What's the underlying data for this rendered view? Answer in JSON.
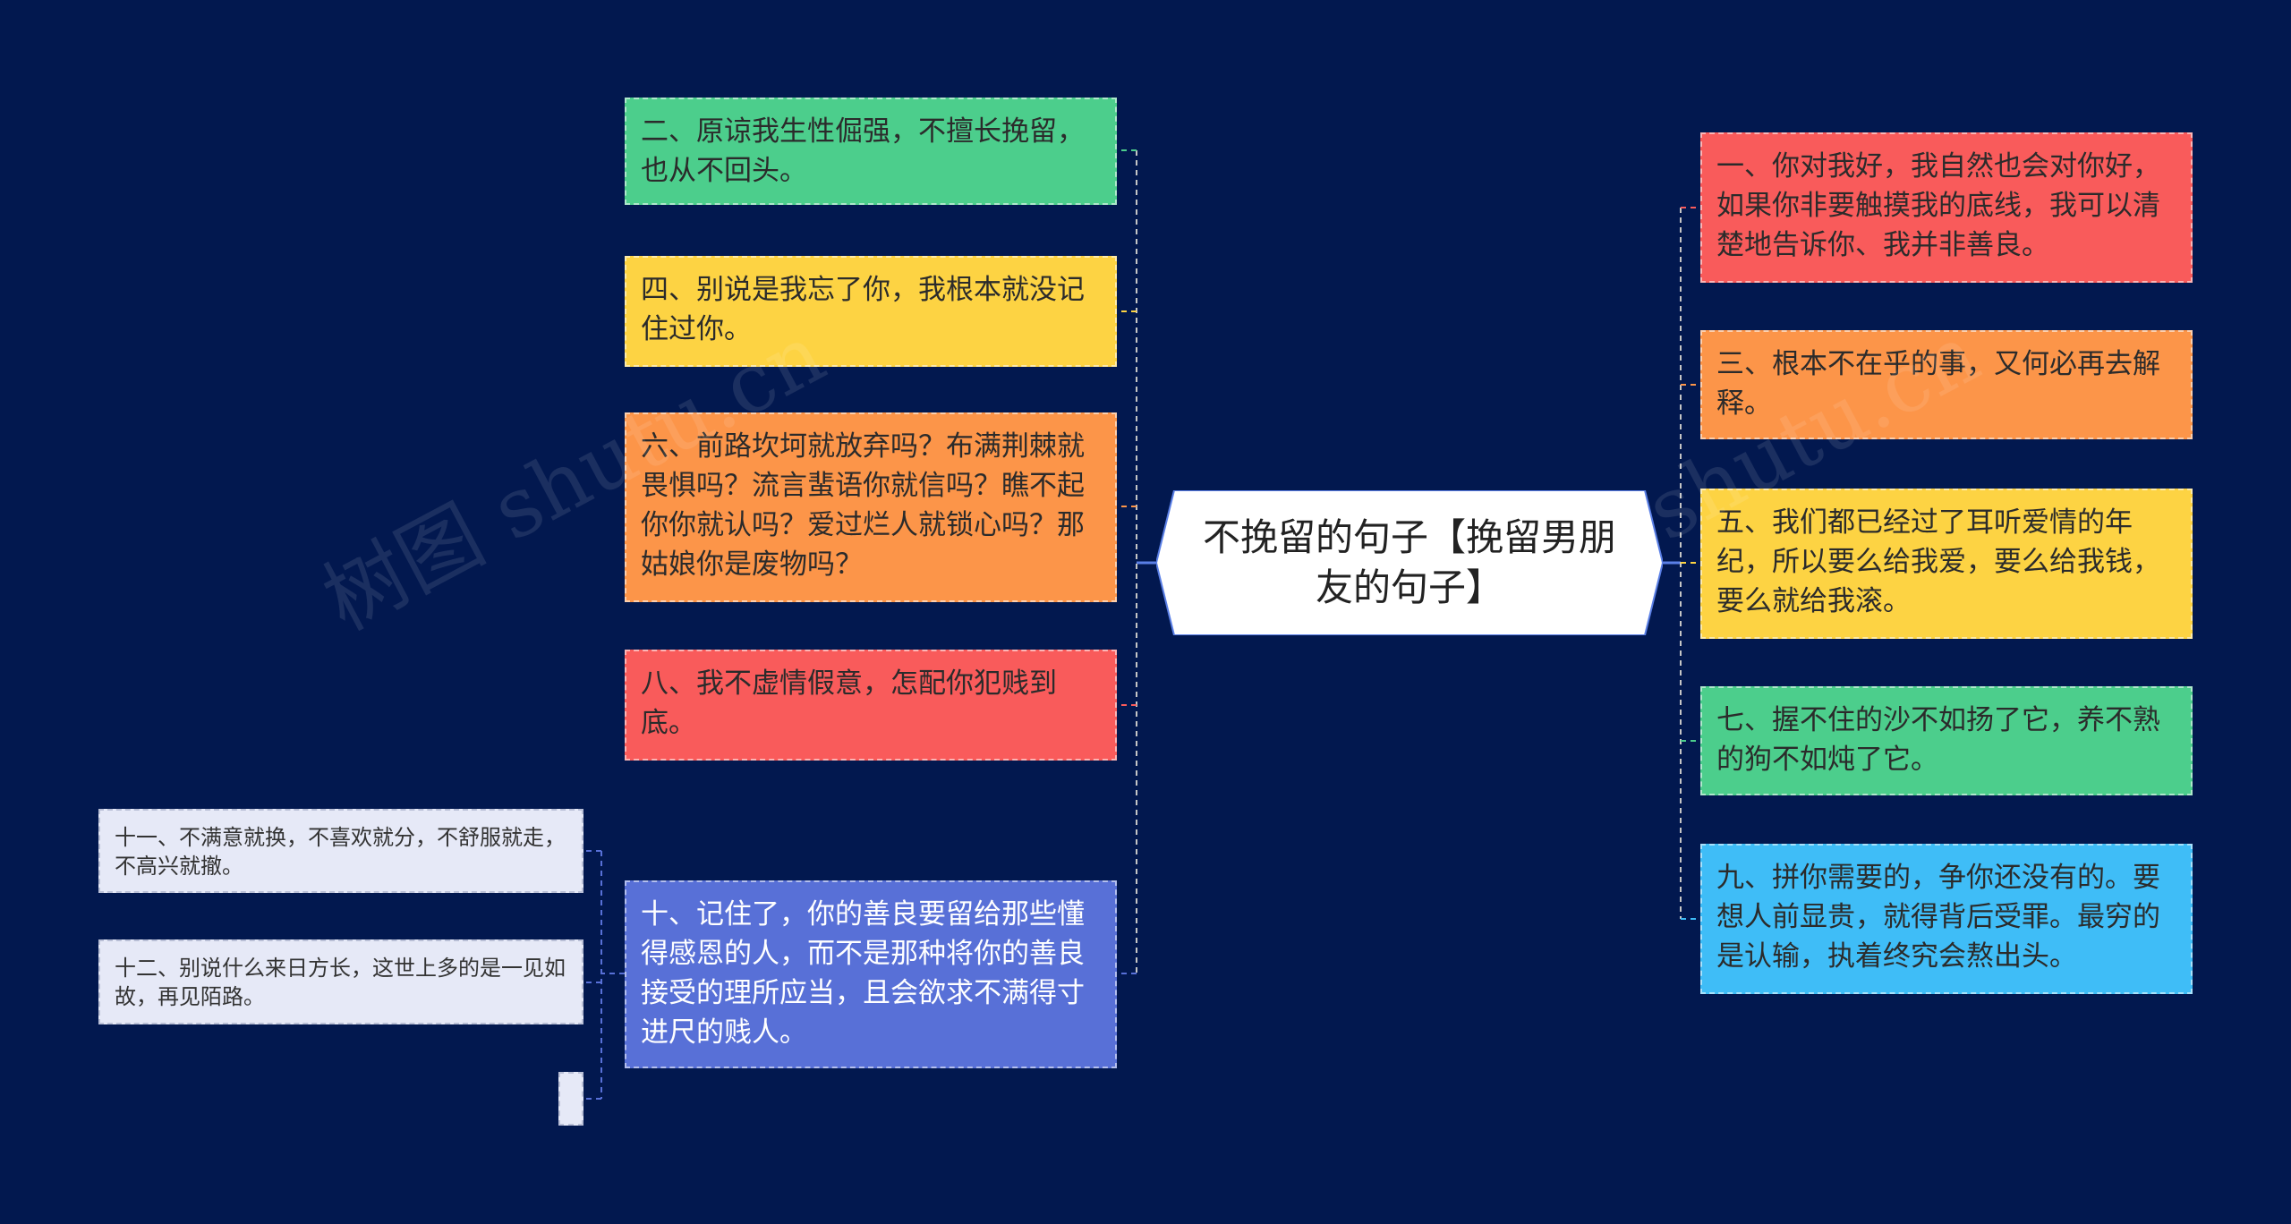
{
  "center": {
    "title": "不挽留的句子【挽留男朋友的句子】"
  },
  "left_nodes": [
    {
      "text": "二、原谅我生性倔强，不擅长挽留，也从不回头。",
      "color": "#4cce8c"
    },
    {
      "text": "四、别说是我忘了你，我根本就没记住过你。",
      "color": "#fdd343"
    },
    {
      "text": "六、前路坎坷就放弃吗？布满荆棘就畏惧吗？流言蜚语你就信吗？瞧不起你你就认吗？爱过烂人就锁心吗？那姑娘你是废物吗？",
      "color": "#fc9549"
    },
    {
      "text": "八、我不虚情假意，怎配你犯贱到底。",
      "color": "#f95b5b"
    },
    {
      "text": "十、记住了，你的善良要留给那些懂得感恩的人，而不是那种将你的善良接受的理所应当，且会欲求不满得寸进尺的贱人。",
      "color": "#5870d7"
    }
  ],
  "sub_nodes": [
    {
      "text": "十一、不满意就换，不喜欢就分，不舒服就走，不高兴就撤。",
      "color": "#e6e9f7"
    },
    {
      "text": "十二、别说什么来日方长，这世上多的是一见如故，再见陌路。",
      "color": "#e6e9f7"
    },
    {
      "text": "",
      "color": "#e6e9f7"
    }
  ],
  "right_nodes": [
    {
      "text": "一、你对我好，我自然也会对你好，如果你非要触摸我的底线，我可以清楚地告诉你、我并非善良。",
      "color": "#f95b5b"
    },
    {
      "text": "三、根本不在乎的事，又何必再去解释。",
      "color": "#fc9549"
    },
    {
      "text": "五、我们都已经过了耳听爱情的年纪，所以要么给我爱，要么给我钱，要么就给我滚。",
      "color": "#fdd343"
    },
    {
      "text": "七、握不住的沙不如扬了它，养不熟的狗不如炖了它。",
      "color": "#4cce8c"
    },
    {
      "text": "九、拼你需要的，争你还没有的。要想人前显贵，就得背后受罪。最穷的是认输，执着终究会熬出头。",
      "color": "#3fbdf7"
    }
  ],
  "watermark": "树图 shutu.cn"
}
